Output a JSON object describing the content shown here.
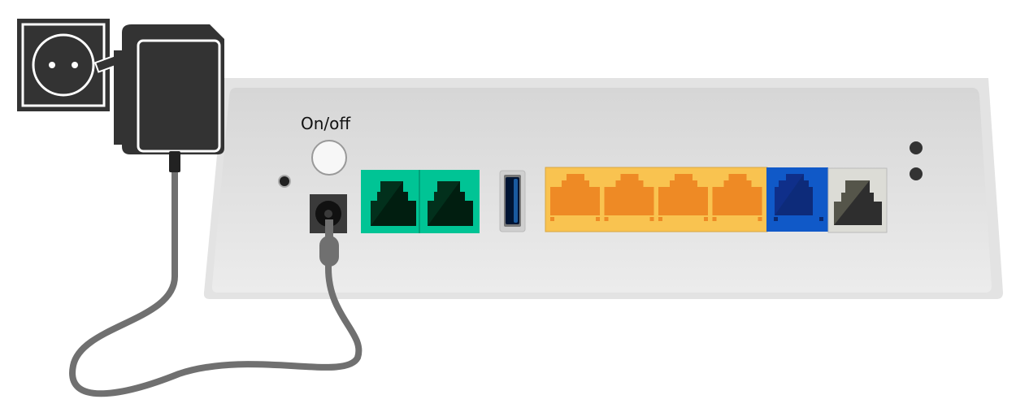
{
  "power_button": {
    "label": "On/off"
  },
  "colors": {
    "router_body": "#ebebeb",
    "phone_ports": "#00c495",
    "usb_port": "#1a5aa0",
    "lan_ports": "#f9c350",
    "lan_jack": "#ee8a25",
    "wan_port": "#1059c8",
    "dsl_port": "#dcdcd6",
    "cable": "#707070",
    "adapter": "#333333"
  },
  "ports": {
    "phone_count": 2,
    "usb_count": 1,
    "lan_count": 4,
    "wan_count": 1,
    "dsl_count": 1
  }
}
